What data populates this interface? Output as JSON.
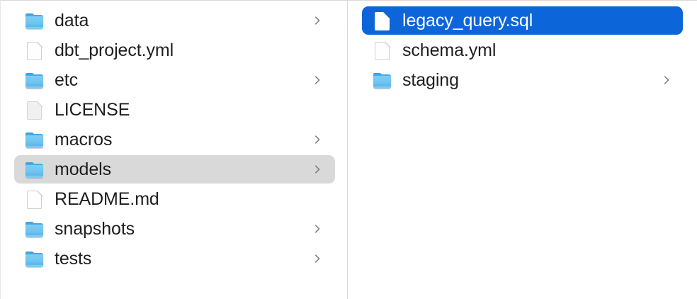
{
  "window": {
    "view_mode": "column",
    "background_color": "#ffffff",
    "divider_color": "#d8d8d8",
    "selection_active_color": "#0c66da",
    "selection_inactive_color": "#d9d9d9",
    "label_color": "#1e1e1e",
    "label_selected_color": "#ffffff",
    "chevron_color": "#7a7a7a",
    "folder_icon_color": "#6ec4ef",
    "document_icon_color": "#fefefe"
  },
  "columns": [
    {
      "name": "parent-column",
      "items": [
        {
          "label": "data",
          "kind": "folder",
          "icon": "folder-icon",
          "has_chevron": true,
          "selected": false,
          "selection": "none"
        },
        {
          "label": "dbt_project.yml",
          "kind": "file",
          "icon": "document-icon",
          "has_chevron": false,
          "selected": false,
          "selection": "none"
        },
        {
          "label": "etc",
          "kind": "folder",
          "icon": "folder-icon",
          "has_chevron": true,
          "selected": false,
          "selection": "none"
        },
        {
          "label": "LICENSE",
          "kind": "file",
          "icon": "document-plain-icon",
          "has_chevron": false,
          "selected": false,
          "selection": "none"
        },
        {
          "label": "macros",
          "kind": "folder",
          "icon": "folder-icon",
          "has_chevron": true,
          "selected": false,
          "selection": "none"
        },
        {
          "label": "models",
          "kind": "folder",
          "icon": "folder-icon",
          "has_chevron": true,
          "selected": true,
          "selection": "inactive"
        },
        {
          "label": "README.md",
          "kind": "file",
          "icon": "document-icon",
          "has_chevron": false,
          "selected": false,
          "selection": "none"
        },
        {
          "label": "snapshots",
          "kind": "folder",
          "icon": "folder-icon",
          "has_chevron": true,
          "selected": false,
          "selection": "none"
        },
        {
          "label": "tests",
          "kind": "folder",
          "icon": "folder-icon",
          "has_chevron": true,
          "selected": false,
          "selection": "none"
        }
      ]
    },
    {
      "name": "child-column",
      "items": [
        {
          "label": "legacy_query.sql",
          "kind": "file",
          "icon": "document-icon",
          "has_chevron": false,
          "selected": true,
          "selection": "active"
        },
        {
          "label": "schema.yml",
          "kind": "file",
          "icon": "document-icon",
          "has_chevron": false,
          "selected": false,
          "selection": "none"
        },
        {
          "label": "staging",
          "kind": "folder",
          "icon": "folder-icon",
          "has_chevron": true,
          "selected": false,
          "selection": "none"
        }
      ]
    }
  ]
}
